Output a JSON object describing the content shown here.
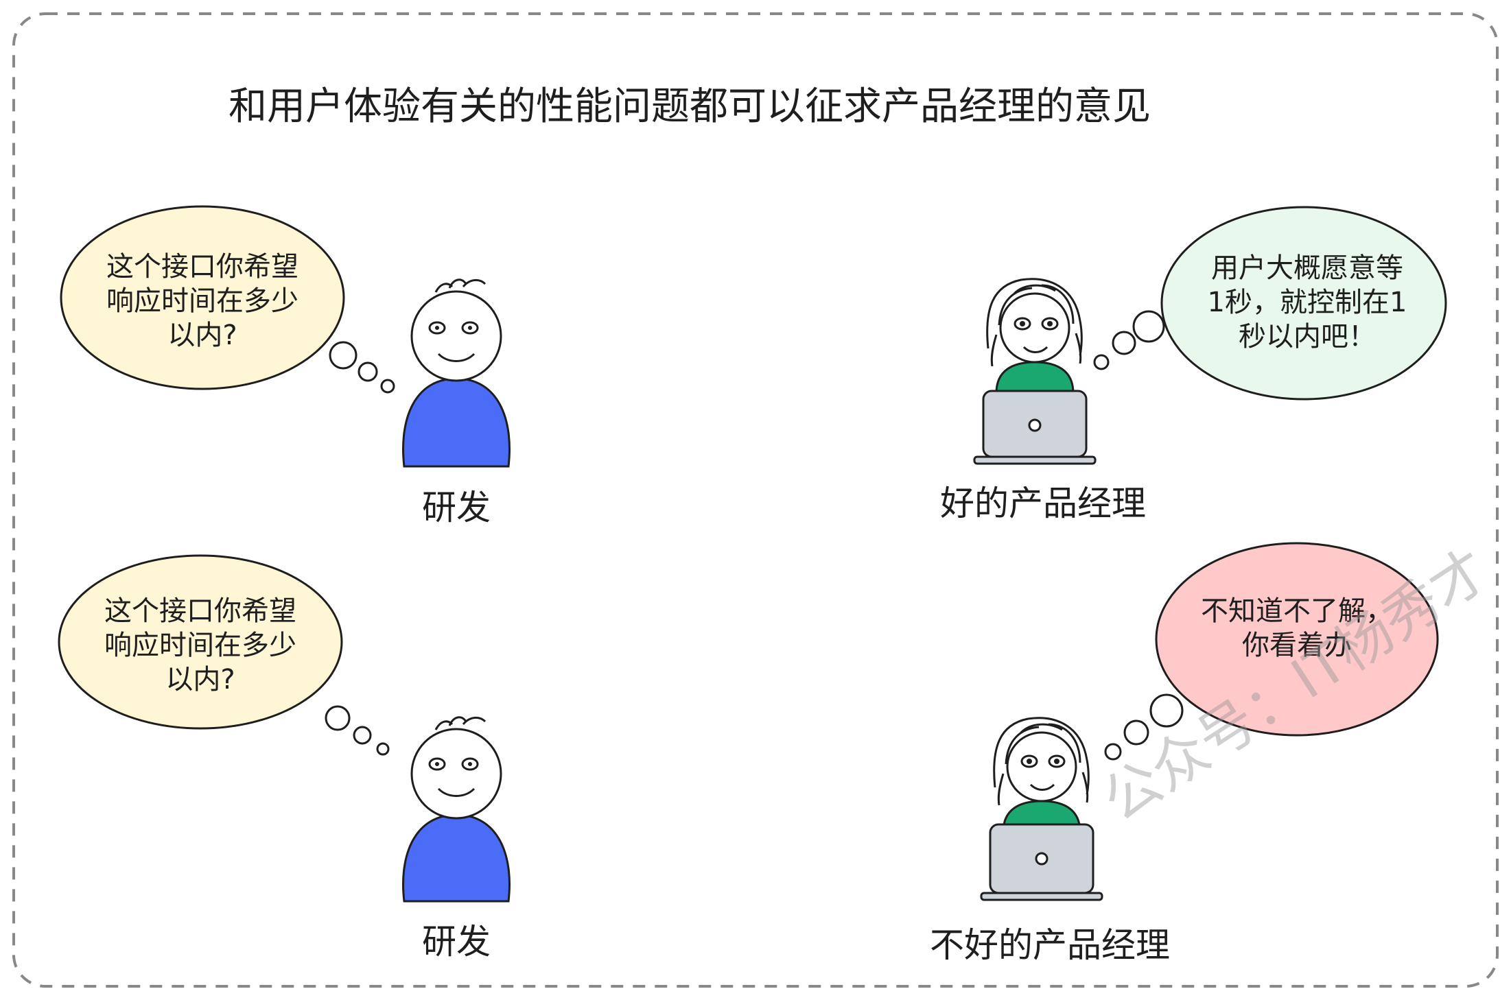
{
  "title": "和用户体验有关的性能问题都可以征求产品经理的意见",
  "colors": {
    "dev_bubble": "#fff6d5",
    "good_pm_bubble": "#e8f8ec",
    "bad_pm_bubble": "#ffc9c9",
    "dev_body": "#4a6cf7",
    "pm_body": "#1ba870",
    "laptop": "#ced4da",
    "stroke": "#1e1e1e",
    "frame": "#888888"
  },
  "scenes": [
    {
      "developer": {
        "label": "研发",
        "thought": [
          "这个接口你希望",
          "响应时间在多少",
          "以内?"
        ],
        "icon": "developer-figure-icon"
      },
      "manager": {
        "label": "好的产品经理",
        "thought": [
          "用户大概愿意等",
          "1秒，就控制在1",
          "秒以内吧！"
        ],
        "icon": "product-manager-with-laptop-icon"
      }
    },
    {
      "developer": {
        "label": "研发",
        "thought": [
          "这个接口你希望",
          "响应时间在多少",
          "以内?"
        ],
        "icon": "developer-figure-icon"
      },
      "manager": {
        "label": "不好的产品经理",
        "thought": [
          "不知道不了解，",
          "你看着办"
        ],
        "icon": "product-manager-with-laptop-icon"
      }
    }
  ],
  "watermark": "公众号：IT杨秀才"
}
